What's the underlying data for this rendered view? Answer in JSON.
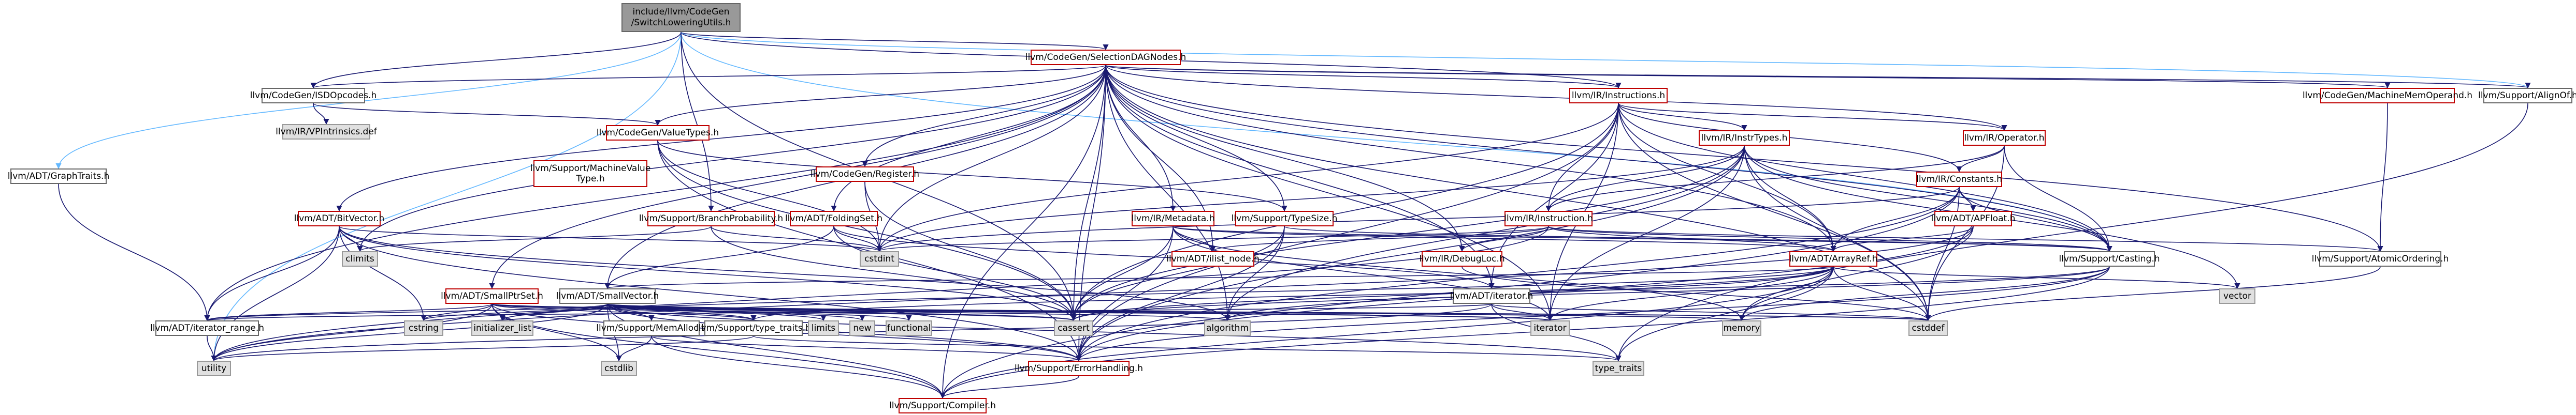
{
  "colors": {
    "edge": "#191970",
    "edge_alt": "#63b8ff",
    "node_border": "#666666",
    "node_border_incomplete": "#bf0000",
    "system_header_fill": "#e0e0e0",
    "root_fill": "#999999"
  },
  "root": {
    "line1": "include/llvm/CodeGen",
    "line2": "/SwitchLoweringUtils.h"
  },
  "nodes": {
    "sdnodes": "llvm/CodeGen/SelectionDAGNodes.h",
    "graphtraits": "llvm/ADT/GraphTraits.h",
    "isdopcodes": "llvm/CodeGen/ISDOpcodes.h",
    "vpintrinsics": "llvm/IR/VPIntrinsics.def",
    "valuetypes": "llvm/CodeGen/ValueTypes.h",
    "mvt1": "llvm/Support/MachineValue",
    "mvt2": "Type.h",
    "register": "llvm/CodeGen/Register.h",
    "bitvector": "llvm/ADT/BitVector.h",
    "branchprob": "llvm/Support/BranchProbability.h",
    "foldingset": "llvm/ADT/FoldingSet.h",
    "metadata": "llvm/IR/Metadata.h",
    "typesize": "llvm/Support/TypeSize.h",
    "instructions": "llvm/IR/Instructions.h",
    "instrtypes": "llvm/IR/InstrTypes.h",
    "operator": "llvm/IR/Operator.h",
    "constants": "llvm/IR/Constants.h",
    "apfloat": "llvm/ADT/APFloat.h",
    "instruction": "llvm/IR/Instruction.h",
    "debugloc": "llvm/IR/DebugLoc.h",
    "ilistnode": "llvm/ADT/ilist_node.h",
    "arrayref": "llvm/ADT/ArrayRef.h",
    "casting": "llvm/Support/Casting.h",
    "atomicordering": "llvm/Support/AtomicOrdering.h",
    "mmoperand": "llvm/CodeGen/MachineMemOperand.h",
    "alignof": "llvm/Support/AlignOf.h",
    "smallptrset": "llvm/ADT/SmallPtrSet.h",
    "smallvector": "llvm/ADT/SmallVector.h",
    "iterator": "llvm/ADT/iterator.h",
    "iterrange": "llvm/ADT/iterator_range.h",
    "memalloc": "llvm/Support/MemAlloc.h",
    "typetraits": "llvm/Support/type_traits.h",
    "errorhandling": "llvm/Support/ErrorHandling.h",
    "compiler": "llvm/Support/Compiler.h",
    "climits": "climits",
    "cstdint": "cstdint",
    "cstring": "cstring",
    "initlist": "initializer_list",
    "limits": "limits",
    "new": "new",
    "functional": "functional",
    "algorithm": "algorithm",
    "cassert": "cassert",
    "iteratorstd": "iterator",
    "memory": "memory",
    "cstddef": "cstddef",
    "vector": "vector",
    "utility": "utility",
    "cstdlib": "cstdlib",
    "typetraitsstd": "type_traits"
  }
}
